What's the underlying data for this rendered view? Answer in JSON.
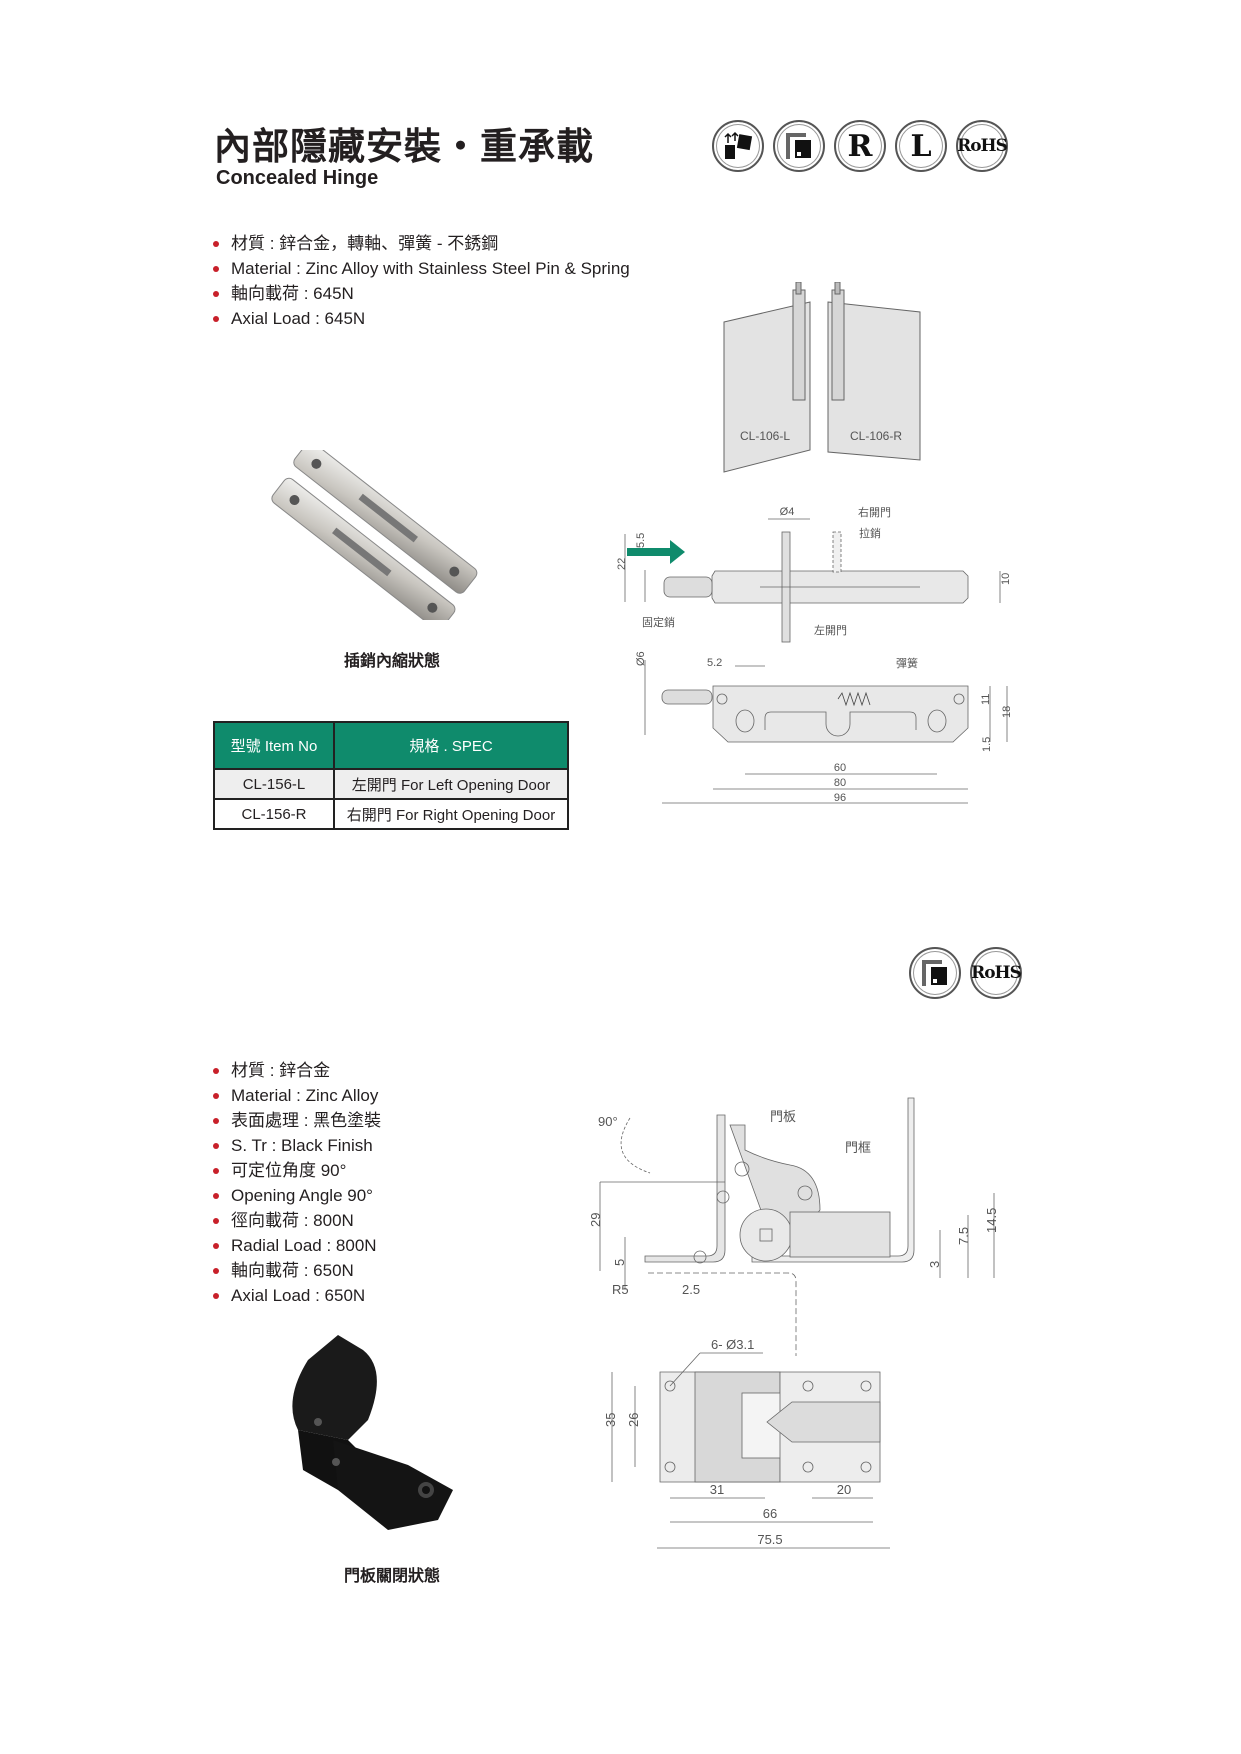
{
  "section1": {
    "title": "內部隱藏安裝・重承載",
    "subtitle": "Concealed Hinge",
    "badges": [
      {
        "icon": "concealed-install-icon"
      },
      {
        "icon": "door-frame-icon"
      },
      {
        "icon": "right-hand-icon",
        "label": "R"
      },
      {
        "icon": "left-hand-icon",
        "label": "L"
      },
      {
        "icon": "rohs-icon",
        "label": "RoHS"
      }
    ],
    "bullets": [
      "材質 : 鋅合金，轉軸、彈簧 - 不銹鋼",
      "Material : Zinc Alloy with Stainless Steel Pin & Spring",
      "軸向載荷 : 645N",
      "Axial Load : 645N"
    ],
    "photo_caption": "插銷內縮狀態",
    "door_labels": [
      "CL-106-L",
      "CL-106-R"
    ],
    "table": {
      "headers": [
        "型號 Item No",
        "規格 . SPEC"
      ],
      "rows": [
        [
          "CL-156-L",
          "左開門 For Left Opening Door"
        ],
        [
          "CL-156-R",
          "右開門 For Right Opening Door"
        ]
      ]
    },
    "drawing": {
      "labels": {
        "right_door": "右開門",
        "pull_pin": "拉銷",
        "fixed_pin": "固定銷",
        "left_door": "左開門",
        "spring": "彈簧"
      },
      "dims": {
        "d4": "Ø4",
        "h22": "22",
        "h55": "5.5",
        "h10": "10",
        "d6": "Ø6",
        "w52": "5.2",
        "h11": "11",
        "h18": "18",
        "h15": "1.5",
        "w60": "60",
        "w80": "80",
        "w96": "96"
      },
      "arrow_color": "#0f8b6c"
    }
  },
  "section2": {
    "badges": [
      {
        "icon": "door-frame-icon"
      },
      {
        "icon": "rohs-icon",
        "label": "RoHS"
      }
    ],
    "bullets": [
      "材質 : 鋅合金",
      "Material : Zinc Alloy",
      "表面處理 : 黑色塗裝",
      "S. Tr : Black Finish",
      "可定位角度 90°",
      "Opening Angle 90°",
      "徑向載荷 : 800N",
      "Radial Load : 800N",
      "軸向載荷 : 650N",
      "Axial Load : 650N"
    ],
    "photo_caption": "門板關閉狀態",
    "drawing": {
      "labels": {
        "door_panel": "門板",
        "door_frame": "門框",
        "angle": "90°"
      },
      "dims": {
        "h29": "29",
        "h5": "5",
        "r5": "R5",
        "w25": "2.5",
        "h3": "3",
        "h75": "7.5",
        "h145": "14.5",
        "holes": "6- Ø3.1",
        "h35": "35",
        "h26": "26",
        "w31": "31",
        "w20": "20",
        "w66": "66",
        "w755": "75.5"
      }
    }
  },
  "colors": {
    "accent": "#0f8b6c",
    "bullet": "#c8202a"
  }
}
